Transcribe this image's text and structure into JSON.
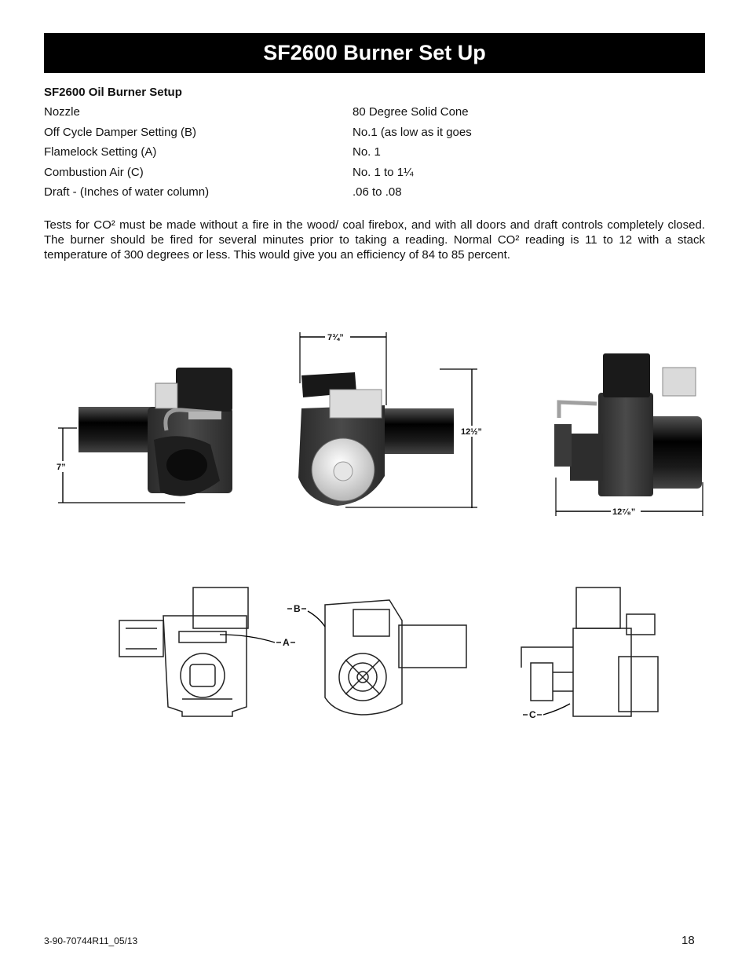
{
  "header": {
    "title": "SF2600 Burner Set Up"
  },
  "setup": {
    "heading": "SF2600 Oil Burner Setup",
    "rows": [
      {
        "label": "Nozzle",
        "value": "80 Degree Solid Cone"
      },
      {
        "label": "Off Cycle Damper Setting (B)",
        "value": "No.1 (as low as it goes"
      },
      {
        "label": "Flamelock Setting (A)",
        "value": "No. 1"
      },
      {
        "label": "Combustion Air (C)",
        "value": "No. 1 to 1¼"
      },
      {
        "label": "Draft - (Inches of water column)",
        "value": ".06 to .08"
      }
    ]
  },
  "notes": {
    "paragraph": "Tests for CO² must be made without a fire in the wood/ coal firebox, and with all doors and draft controls completely closed. The burner should be fired for several minutes prior to taking a reading. Normal CO² reading is 11 to 12 with a stack temperature of 300 degrees or less. This would give you an efficiency of 84 to 85 percent."
  },
  "dimensions": {
    "height_left": "7”",
    "width_top": "7¾”",
    "height_center": "12½”",
    "width_right": "12⁷⁄₈”"
  },
  "callouts": {
    "a": "A",
    "b": "B",
    "c": "C"
  },
  "footer": {
    "doc_code": "3-90-70744R11_05/13",
    "page_number": "18"
  }
}
